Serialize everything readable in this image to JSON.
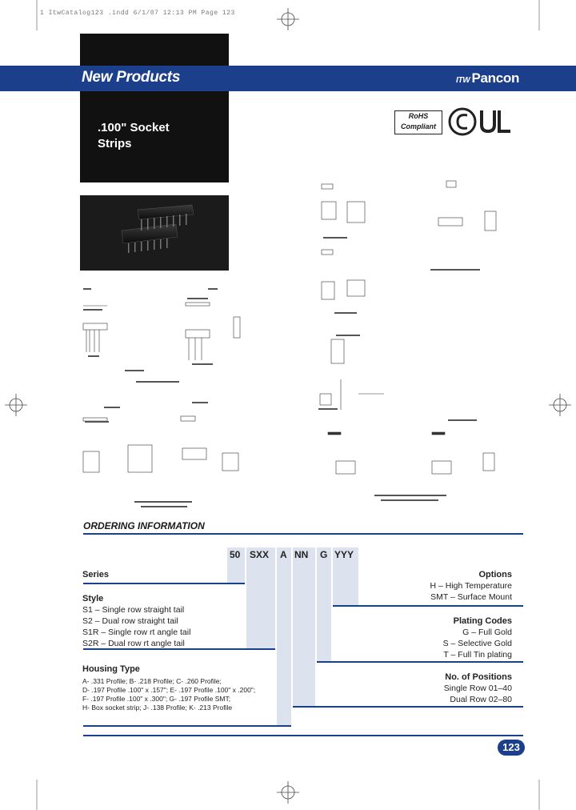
{
  "slug": "1 ItwCatalog123 .indd   6/1/07  12:13 PM  Page 123",
  "header": {
    "banner_title": "New Products",
    "brand_prefix": "ITW",
    "brand": "Pancon"
  },
  "product": {
    "title_line1": ".100\" Socket",
    "title_line2": "Strips"
  },
  "certs": {
    "rohs_line1": "RoHS",
    "rohs_line2": "Compliant"
  },
  "ordering": {
    "title": "ORDERING INFORMATION",
    "code_segments": [
      "50",
      "SXX",
      "A",
      "NN",
      "G",
      "YYY"
    ],
    "series_label": "Series",
    "style_label": "Style",
    "style_items": [
      "S1 – Single row straight tail",
      "S2 – Dual row straight tail",
      "S1R – Single row rt angle tail",
      "S2R – Dual row rt angle tail"
    ],
    "housing_label": "Housing Type",
    "housing_items": [
      "A- .331 Profile; B- .218 Profile; C- .260 Profile;",
      "D- .197 Profile .100\" x .157\"; E- .197 Profile .100\" x .200\";",
      "F- .197 Profile .100\" x .300\"; G- .197 Profile SMT;",
      "H- Box socket strip; J- .138 Profile; K- .213 Profile"
    ],
    "options_label": "Options",
    "options_items": [
      "H – High Temperature",
      "SMT – Surface Mount"
    ],
    "plating_label": "Plating Codes",
    "plating_items": [
      "G – Full Gold",
      "S – Selective Gold",
      "T – Full Tin plating"
    ],
    "positions_label": "No. of Positions",
    "positions_items": [
      "Single Row 01–40",
      "Dual Row 02–80"
    ]
  },
  "page_number": "123",
  "colors": {
    "brand_blue": "#1c3f8c",
    "code_shade": "#dde3ee",
    "panel_black": "#111111"
  }
}
